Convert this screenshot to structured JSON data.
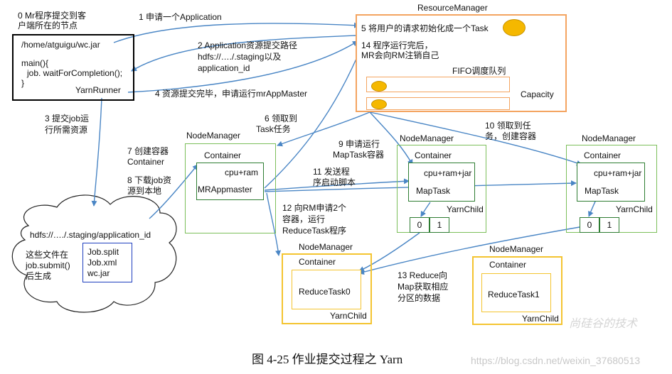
{
  "client": {
    "step0": [
      "0 Mr程序提交到客",
      "户端所在的节点"
    ],
    "path": "/home/atguigu/wc.jar",
    "code1": "main(){",
    "code2": "job. waitForCompletion();",
    "code3": "}",
    "runner": "YarnRunner"
  },
  "rm": {
    "title": "ResourceManager",
    "step5": "5 将用户的请求初始化成一个Task",
    "step14": [
      "14 程序运行完后，",
      "MR会向RM注销自己"
    ],
    "fifo": "FIFO调度队列",
    "capacity": "Capacity"
  },
  "steps": {
    "s1": "1 申请一个Application",
    "s2": [
      "2 Application资源提交路径",
      "hdfs://…./.staging以及",
      "application_id"
    ],
    "s3": [
      "3 提交job运",
      "行所需资源"
    ],
    "s4": "4 资源提交完毕，申请运行mrAppMaster",
    "s6": [
      "6 领取到",
      "Task任务"
    ],
    "s7": [
      "7 创建容器",
      "Container"
    ],
    "s8": [
      "8 下载job资",
      "源到本地"
    ],
    "s9": [
      "9 申请运行",
      "MapTask容器"
    ],
    "s10": [
      "10 领取到任",
      "务，创建容器"
    ],
    "s11": [
      "11 发送程",
      "序启动脚本"
    ],
    "s12": [
      "12 向RM申请2个",
      "容器，运行",
      "ReduceTask程序"
    ],
    "s13": [
      "13 Reduce向",
      "Map获取相应",
      "分区的数据"
    ]
  },
  "nm1": {
    "title": "NodeManager",
    "container": "Container",
    "res": "cpu+ram",
    "app": "MRAppmaster"
  },
  "nm2": {
    "title": "NodeManager",
    "container": "Container",
    "res": "cpu+ram+jar",
    "task": "MapTask",
    "child": "YarnChild",
    "p0": "0",
    "p1": "1"
  },
  "nm3": {
    "title": "NodeManager",
    "container": "Container",
    "res": "cpu+ram+jar",
    "task": "MapTask",
    "child": "YarnChild",
    "p0": "0",
    "p1": "1"
  },
  "nm4": {
    "title": "NodeManager",
    "container": "Container",
    "task": "ReduceTask0",
    "child": "YarnChild"
  },
  "nm5": {
    "title": "NodeManager",
    "container": "Container",
    "task": "ReduceTask1",
    "child": "YarnChild"
  },
  "hdfs": {
    "path": "hdfs://…./.staging/application_id",
    "note": [
      "这些文件在",
      "job.submit()",
      "后生成"
    ],
    "files": [
      "Job.split",
      "Job.xml",
      "wc.jar"
    ]
  },
  "caption": "图 4-25  作业提交过程之 Yarn",
  "watermark": "https://blog.csdn.net/weixin_37680513",
  "ghost_text": "尚硅谷的技术",
  "colors": {
    "arrow": "#4a86c5",
    "rm_border": "#f4a460",
    "nm_border": "#7cbf5a",
    "reduce_border": "#f4c430",
    "task_dot": "#f5b800"
  }
}
